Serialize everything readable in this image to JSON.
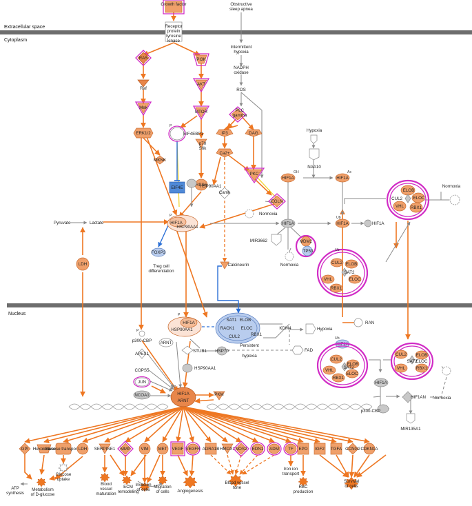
{
  "regions": {
    "extracellular": "Extracellular space",
    "cytoplasm": "Cytoplasm",
    "nucleus": "Nucleus"
  },
  "nodes": {
    "growth_factor": "Growth factor",
    "osa": "Obstructive sleep apnea",
    "receptor": [
      "Receptor",
      "protein",
      "tyrosine",
      "kinase"
    ],
    "intermittent_hypoxia": [
      "Intermittent",
      "hypoxia"
    ],
    "nadph": [
      "NADPH",
      "oxidase"
    ],
    "ros": "ROS",
    "ras": "RAS",
    "pi3k": "PI3K",
    "raf": "Raf",
    "akt": "AKT",
    "mek": "Mek",
    "mtor": "MTOR",
    "plc": [
      "PLC",
      "gamma"
    ],
    "ip3": "IP3",
    "dag": "DAG",
    "ca": "Ca2+",
    "erk": "ERK1/2",
    "eif4ebp1": "EIF4EBP1",
    "p70s6k": [
      "p70",
      "S6k"
    ],
    "mknk": "MKNK",
    "eif4e": "EIF4E",
    "rps6": "RPS6",
    "camk": "Camk",
    "pkc": "PKC",
    "egln": "EGLN",
    "normoxia1": "Normoxia",
    "hsp90aa1_a": "HSP90AA1",
    "hypoxia_top": "Hypoxia",
    "naa10": "NAA10",
    "hif1a_oh": "HIF1A",
    "hif1a_ac": "HIF1A",
    "hif1a_center": "HIF1A",
    "hif1a_ub": "HIF1A",
    "hif1a_grey_r": "HIF1A",
    "hif1a_hsp": [
      "HIF1A",
      "HSP90AA1"
    ],
    "pyruvate": "Pyruvate",
    "lactate": "Lactate",
    "ldh_left": "LDH",
    "mir3662": "MIR3662",
    "mdm2": "MDM2",
    "tp53": "TP53",
    "normoxia2": "Normoxia",
    "normoxia3": "Normoxia",
    "foxp3": "FOXP3",
    "treg": [
      "Treg cell",
      "differentiation"
    ],
    "calcineurin": "Calcineurin",
    "elob": "ELOB",
    "eloc": "ELOC",
    "vhl": "VHL",
    "rbx1": "RBX1",
    "cul2": "CUL2",
    "sat2": "SAT2",
    "nuc_hif_hsp": [
      "HIF1A",
      "HSP90AA1"
    ],
    "sat1": "SAT1",
    "rack1": "RACK1",
    "nuc_elob": "ELOB",
    "nuc_eloc": "ELOC",
    "nuc_cul2": "CUL2",
    "nuc_rbx1": "RBX1",
    "kdm4": "KDM4",
    "hypoxia_nuc": "Hypoxia",
    "ran": "RAN",
    "fad": "FAD",
    "persistent": [
      "Persistent",
      "hypoxia"
    ],
    "p300_cbp": "p300-CBP",
    "arnt_small": "ARNT",
    "stub1": "STUB1",
    "hsp70": "HSP70",
    "hsp90aa1_n": "HSP90AA1",
    "apex1": "APEX1",
    "cops5": "COPS5",
    "jun": "JUN",
    "ncoa1": "NCOA1",
    "hif_arnt": [
      "HIF1A",
      "ARNT"
    ],
    "pkm": "PKM",
    "hif1an": "HIF1AN",
    "normoxia_nuc": "Normoxia",
    "p300_cbp_r": "p300-CBP",
    "mir135a1": "MIR135A1",
    "nuc_hif1a_r": "HIF1A",
    "nuc_hif1a_r2": "HIF1A"
  },
  "targets": [
    "GPI",
    "Hexokinase",
    "Glucose transporter",
    "LDH",
    "SERPINE1",
    "MMP",
    "VIM",
    "MET",
    "VEGF",
    "VEGFR",
    "ADRA1B",
    "HMOX1",
    "NOS2",
    "EDN1",
    "ADM",
    "TF",
    "EPO",
    "IGF2",
    "TGFA",
    "CCNG2",
    "CDKN1A"
  ],
  "outcomes": {
    "glucose_uptake": [
      "Glucose",
      "uptake"
    ],
    "atp": [
      "ATP",
      "synthesis"
    ],
    "metabolism": [
      "Metabolism",
      "of D-glucose"
    ],
    "vessel": [
      "Blood",
      "vessel",
      "maturation"
    ],
    "ecm": [
      "ECM",
      "remodeling"
    ],
    "invasion": [
      "Invasion",
      "of cells"
    ],
    "migration": [
      "Migration",
      "of cells"
    ],
    "angiogenesis": "Angiogenesis",
    "bloodvessel_tone": [
      "Blood vessel",
      "tone"
    ],
    "iron": [
      "Iron ion",
      "transport"
    ],
    "rbc": [
      "RBC",
      "production"
    ],
    "survival": [
      "Survival",
      "of cells"
    ]
  },
  "colors": {
    "activation": "#ee7722",
    "inhibition": "#2a6fd6",
    "predicted_up": "#d12cc6",
    "membrane": "#6d6d6d"
  }
}
